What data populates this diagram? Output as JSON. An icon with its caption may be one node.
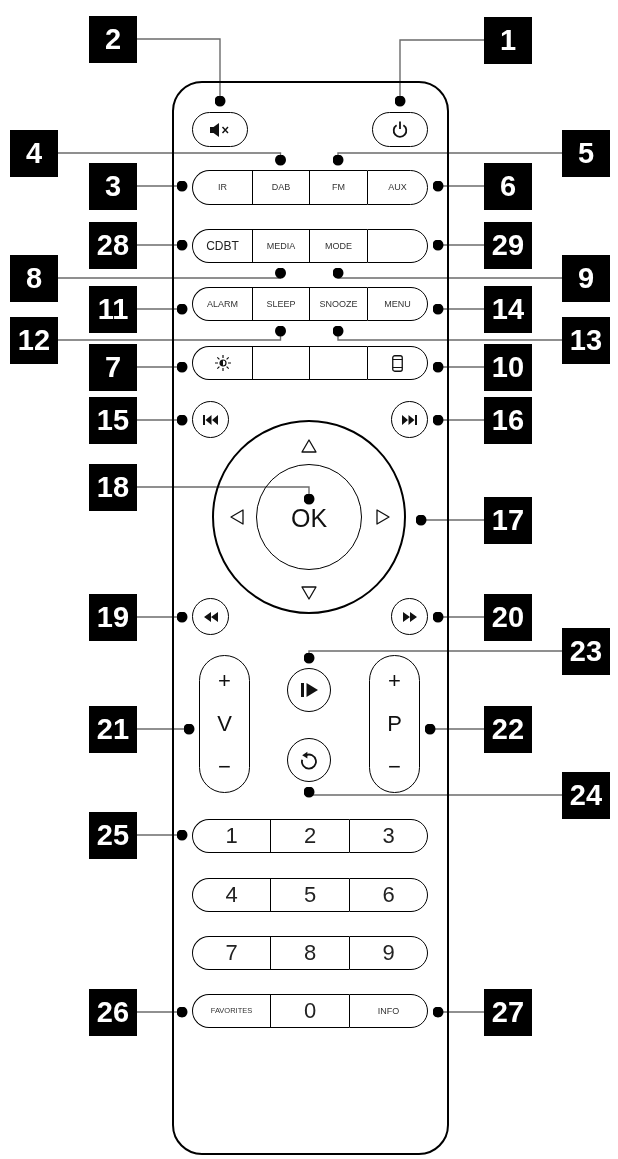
{
  "diagram": {
    "nodes": [
      {
        "text": [],
        "shape": "box"
      },
      {
        "text": [],
        "shape": "box",
        "in": 0
      },
      {
        "text": [],
        "shape": "box",
        "in": 0
      },
      {
        "text": [
          "IR"
        ],
        "in": 0
      },
      {
        "text": [
          "DAB"
        ],
        "in": 0
      },
      {
        "text": [
          "FM"
        ],
        "in": 0
      },
      {
        "text": [
          "AUX"
        ],
        "in": 0
      },
      {
        "text": [
          "CDBT"
        ],
        "in": 0
      },
      {
        "text": [
          "MEDIA"
        ],
        "in": 0
      },
      {
        "text": [
          "MODE"
        ],
        "in": 0
      },
      {
        "text": [],
        "shape": "box",
        "in": 0
      },
      {
        "text": [
          "ALARM"
        ],
        "in": 0
      },
      {
        "text": [
          "SLEEP"
        ],
        "in": 0
      },
      {
        "text": [
          "SNOOZE"
        ],
        "in": 0
      },
      {
        "text": [
          "MENU"
        ],
        "in": 0
      },
      {
        "text": [],
        "shape": "box",
        "in": 0
      },
      {
        "text": [],
        "shape": "box",
        "in": 0
      },
      {
        "text": [],
        "shape": "box",
        "in": 0
      },
      {
        "text": [],
        "shape": "box",
        "in": 0
      },
      {
        "text": [],
        "shape": "circle",
        "in": 0
      },
      {
        "text": [],
        "shape": "circle",
        "in": 0
      },
      {
        "text": [],
        "shape": "circle",
        "in": 0
      },
      {
        "text": [
          "OK"
        ],
        "in": 21
      },
      {
        "text": [],
        "shape": "circle",
        "in": 0
      },
      {
        "text": [],
        "shape": "circle",
        "in": 0
      },
      {
        "text": [
          "+",
          "V",
          "−"
        ],
        "in": 0
      },
      {
        "text": [],
        "shape": "circle",
        "in": 0
      },
      {
        "text": [
          "+",
          "P",
          "−"
        ],
        "in": 0
      },
      {
        "text": [],
        "shape": "circle",
        "in": 0
      },
      {
        "text": [
          "1"
        ],
        "in": 0
      },
      {
        "text": [
          "2"
        ],
        "in": 0
      },
      {
        "text": [
          "3"
        ],
        "in": 0
      },
      {
        "text": [
          "4"
        ],
        "in": 0
      },
      {
        "text": [
          "5"
        ],
        "in": 0
      },
      {
        "text": [
          "6"
        ],
        "in": 0
      },
      {
        "text": [
          "7"
        ],
        "in": 0
      },
      {
        "text": [
          "8"
        ],
        "in": 0
      },
      {
        "text": [
          "9"
        ],
        "in": 0
      },
      {
        "text": [
          "FAVORITES"
        ],
        "in": 0
      },
      {
        "text": [
          "0"
        ],
        "in": 0
      },
      {
        "text": [
          "INFO"
        ],
        "in": 0
      },
      {
        "text": [
          "2"
        ]
      },
      {
        "text": [
          "1"
        ]
      },
      {
        "text": [
          "4"
        ]
      },
      {
        "text": [
          "5"
        ]
      },
      {
        "text": [
          "3"
        ]
      },
      {
        "text": [
          "6"
        ]
      },
      {
        "text": [
          "28"
        ]
      },
      {
        "text": [
          "29"
        ]
      },
      {
        "text": [
          "8"
        ]
      },
      {
        "text": [
          "9"
        ]
      },
      {
        "text": [
          "11"
        ]
      },
      {
        "text": [
          "14"
        ]
      },
      {
        "text": [
          "12"
        ]
      },
      {
        "text": [
          "13"
        ]
      },
      {
        "text": [
          "7"
        ]
      },
      {
        "text": [
          "10"
        ]
      },
      {
        "text": [
          "15"
        ]
      },
      {
        "text": [
          "16"
        ]
      },
      {
        "text": [
          "18"
        ]
      },
      {
        "text": [
          "17"
        ]
      },
      {
        "text": [
          "19"
        ]
      },
      {
        "text": [
          "20"
        ]
      },
      {
        "text": [
          "23"
        ]
      },
      {
        "text": [
          "21"
        ]
      },
      {
        "text": [
          "22"
        ]
      },
      {
        "text": [
          "24"
        ]
      },
      {
        "text": [
          "25"
        ]
      },
      {
        "text": [
          "26"
        ]
      },
      {
        "text": [
          "27"
        ]
      }
    ],
    "edges": [
      {
        "from": 41,
        "to": 1,
        "arrow": "other"
      },
      {
        "from": 42,
        "to": 2,
        "arrow": "other"
      },
      {
        "from": 43,
        "to": 4,
        "arrow": "other"
      },
      {
        "from": 44,
        "to": 5,
        "arrow": "other"
      },
      {
        "from": 45,
        "to": 3,
        "arrow": "other"
      },
      {
        "from": 46,
        "to": 6,
        "arrow": "other"
      },
      {
        "from": 47,
        "to": 7,
        "arrow": "other"
      },
      {
        "from": 48,
        "to": 10,
        "arrow": "other"
      },
      {
        "from": 49,
        "to": 8,
        "arrow": "other"
      },
      {
        "from": 50,
        "to": 9,
        "arrow": "other"
      },
      {
        "from": 51,
        "to": 11,
        "arrow": "other"
      },
      {
        "from": 52,
        "to": 14,
        "arrow": "other"
      },
      {
        "from": 53,
        "to": 12,
        "arrow": "other"
      },
      {
        "from": 54,
        "to": 13,
        "arrow": "other"
      },
      {
        "from": 55,
        "to": 15,
        "arrow": "other"
      },
      {
        "from": 56,
        "to": 18,
        "arrow": "other"
      },
      {
        "from": 57,
        "to": 19,
        "arrow": "other"
      },
      {
        "from": 58,
        "to": 20,
        "arrow": "other"
      },
      {
        "from": 59,
        "to": 22,
        "arrow": "other"
      },
      {
        "from": 60,
        "to": 21,
        "arrow": "other"
      },
      {
        "from": 61,
        "to": 23,
        "arrow": "other"
      },
      {
        "from": 62,
        "to": 24,
        "arrow": "other"
      },
      {
        "from": 63,
        "to": 26,
        "arrow": "other"
      },
      {
        "from": 64,
        "to": 25,
        "arrow": "other"
      },
      {
        "from": 65,
        "to": 27,
        "arrow": "other"
      },
      {
        "from": 66,
        "to": 28,
        "arrow": "other"
      },
      {
        "from": 67,
        "to": 29,
        "arrow": "other"
      },
      {
        "from": 68,
        "to": 38,
        "arrow": "other"
      },
      {
        "from": 69,
        "to": 40,
        "arrow": "other"
      }
    ]
  }
}
